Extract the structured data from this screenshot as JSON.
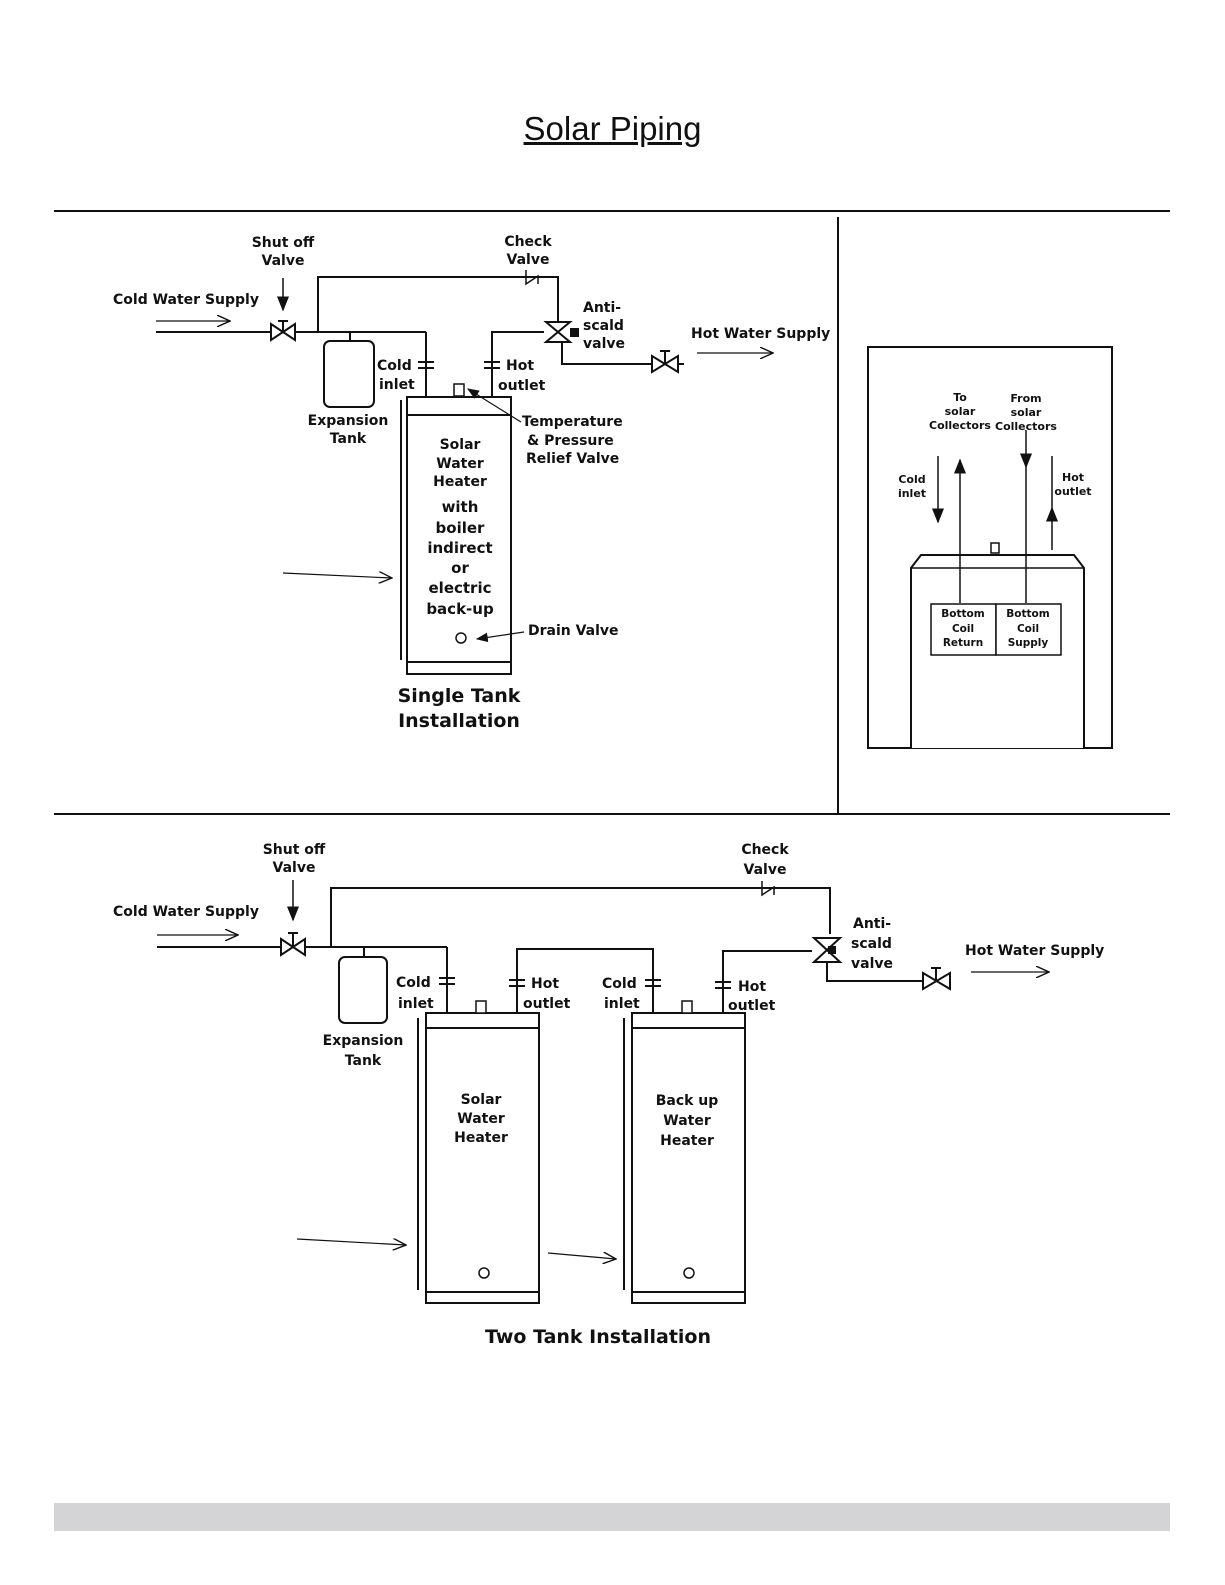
{
  "title": "Solar Piping",
  "single": {
    "shut_off_1": "Shut off",
    "shut_off_2": "Valve",
    "check_1": "Check",
    "check_2": "Valve",
    "cold_water_supply": "Cold Water Supply",
    "anti_1": "Anti-",
    "anti_2": "scald",
    "anti_3": "valve",
    "hot_water_supply": "Hot Water Supply",
    "cold_1": "Cold",
    "cold_2": "inlet",
    "hot_1": "Hot",
    "hot_2": "outlet",
    "expansion_1": "Expansion",
    "expansion_2": "Tank",
    "tp_1": "Temperature",
    "tp_2": "& Pressure",
    "tp_3": "Relief Valve",
    "heater_lines": [
      "Solar",
      "Water",
      "Heater",
      "with",
      "boiler",
      "indirect",
      "or",
      "electric",
      "back-up"
    ],
    "drain_valve": "Drain Valve",
    "caption_1": "Single Tank",
    "caption_2": "Installation"
  },
  "inset": {
    "to_1": "To",
    "to_2": "solar",
    "to_3": "Collectors",
    "from_1": "From",
    "from_2": "solar",
    "from_3": "Collectors",
    "cold_1": "Cold",
    "cold_2": "inlet",
    "hot_1": "Hot",
    "hot_2": "outlet",
    "return_lines": [
      "Bottom",
      "Coil",
      "Return"
    ],
    "supply_lines": [
      "Bottom",
      "Coil",
      "Supply"
    ]
  },
  "two": {
    "shut_off_1": "Shut off",
    "shut_off_2": "Valve",
    "check_1": "Check",
    "check_2": "Valve",
    "cold_water_supply": "Cold Water Supply",
    "anti_1": "Anti-",
    "anti_2": "scald",
    "anti_3": "valve",
    "hot_water_supply": "Hot Water Supply",
    "expansion_1": "Expansion",
    "expansion_2": "Tank",
    "t1_cold_1": "Cold",
    "t1_cold_2": "inlet",
    "t1_hot_1": "Hot",
    "t1_hot_2": "outlet",
    "t2_cold_1": "Cold",
    "t2_cold_2": "inlet",
    "t2_hot_1": "Hot",
    "t2_hot_2": "outlet",
    "solar_lines": [
      "Solar",
      "Water",
      "Heater"
    ],
    "backup_lines": [
      "Back up",
      "Water",
      "Heater"
    ],
    "caption": "Two Tank Installation"
  }
}
